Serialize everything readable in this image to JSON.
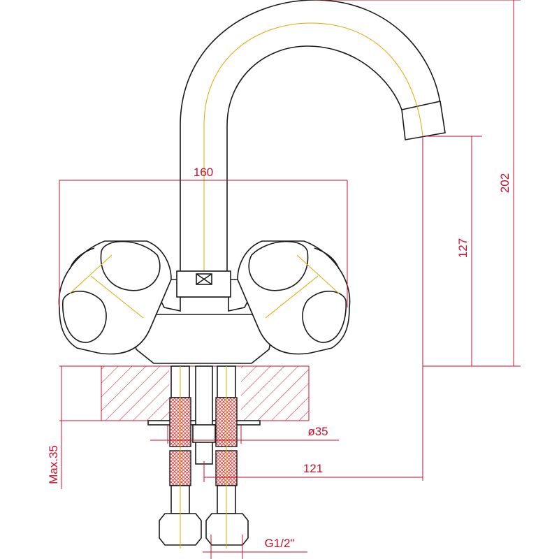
{
  "dimensions": {
    "width_label": "160",
    "total_height_label": "202",
    "spout_height_label": "127",
    "hole_diameter_label": "ø35",
    "spout_reach_label": "121",
    "max_thickness_label": "Max.35",
    "thread_label": "G1/2\""
  },
  "colors": {
    "outline": "#1a1a1a",
    "dimension": "#c8102e",
    "centerline": "#e0a800",
    "hose_mesh": "#d9534f"
  }
}
